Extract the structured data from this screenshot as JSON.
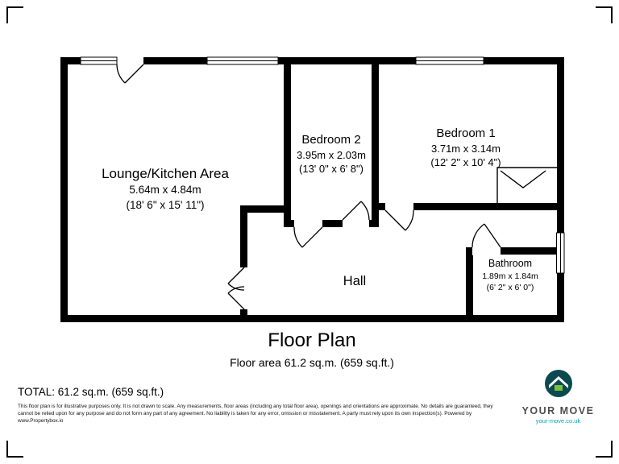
{
  "plan": {
    "title": "Floor Plan",
    "subtitle": "Floor area 61.2 sq.m. (659 sq.ft.)",
    "rooms": {
      "lounge": {
        "name": "Lounge/Kitchen Area",
        "metric": "5.64m x 4.84m",
        "imperial": "(18' 6\" x 15' 11\")"
      },
      "bedroom2": {
        "name": "Bedroom 2",
        "metric": "3.95m x 2.03m",
        "imperial": "(13' 0\" x 6' 8\")"
      },
      "bedroom1": {
        "name": "Bedroom 1",
        "metric": "3.71m x 3.14m",
        "imperial": "(12' 2\" x 10' 4\")"
      },
      "bathroom": {
        "name": "Bathroom",
        "metric": "1.89m x 1.84m",
        "imperial": "(6' 2\" x 6' 0\")"
      },
      "hall": {
        "name": "Hall"
      }
    }
  },
  "footer": {
    "total": "TOTAL: 61.2 sq.m. (659 sq.ft.)",
    "disclaimer": "This floor plan is for illustrative purposes only. It is not drawn to scale. Any measurements, floor areas (including any total floor area), openings and orientations are approximate. No details are guaranteed, they cannot be relied upon for any purpose and do not form any part of any agreement. No liability is taken for any error, omission or misstatement. A party must rely upon its own inspection(s). Powered by www.Propertybox.io"
  },
  "brand": {
    "name": "YOUR MOVE",
    "website": "your-move.co.uk",
    "colors": {
      "teal": "#00a7ae",
      "dark": "#0c4a50",
      "wall": "#000000"
    }
  }
}
